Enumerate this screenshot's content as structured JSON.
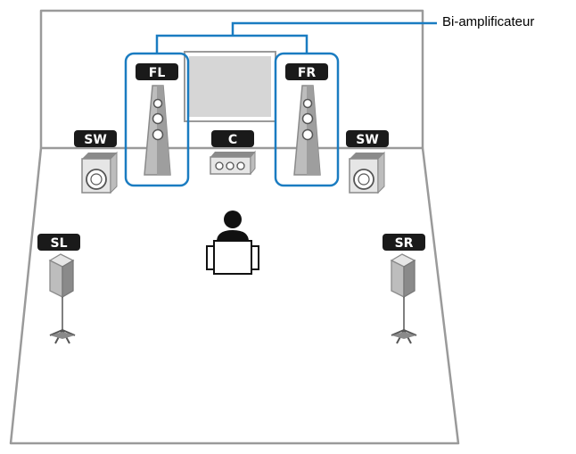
{
  "callout": {
    "text": "Bi-amplificateur"
  },
  "labels": {
    "fl": "FL",
    "fr": "FR",
    "c": "C",
    "sw_left": "SW",
    "sw_right": "SW",
    "sl": "SL",
    "sr": "SR"
  },
  "colors": {
    "room_line": "#9a9a9a",
    "highlight": "#1a7cc1",
    "label_bg": "#1a1a1a",
    "speaker_light": "#e6e6e6",
    "speaker_mid": "#bdbdbd",
    "speaker_dark": "#8a8a8a",
    "tv_screen": "#d6d6d6"
  },
  "icons": {
    "tv": "tv-icon",
    "listener": "listener-icon"
  }
}
